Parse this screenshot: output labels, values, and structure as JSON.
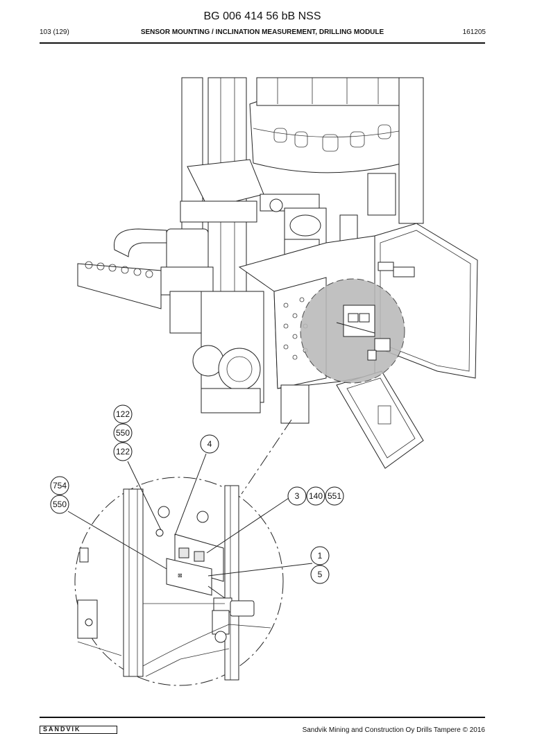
{
  "header": {
    "doc_title": "BG 006 414 56 bB NSS",
    "page_ref": "103 (129)",
    "section_title": "SENSOR MOUNTING / INCLINATION MEASUREMENT, DRILLING MODULE",
    "doc_code": "161205"
  },
  "callouts": [
    "122",
    "550",
    "122",
    "4",
    "754",
    "550",
    "3",
    "140",
    "551",
    "1",
    "5"
  ],
  "footer": {
    "logo_text": "SANDVIK",
    "copyright": "Sandvik Mining and Construction Oy Drills Tampere © 2016"
  },
  "colors": {
    "highlight": "#b9b9b9",
    "line": "#222222"
  }
}
